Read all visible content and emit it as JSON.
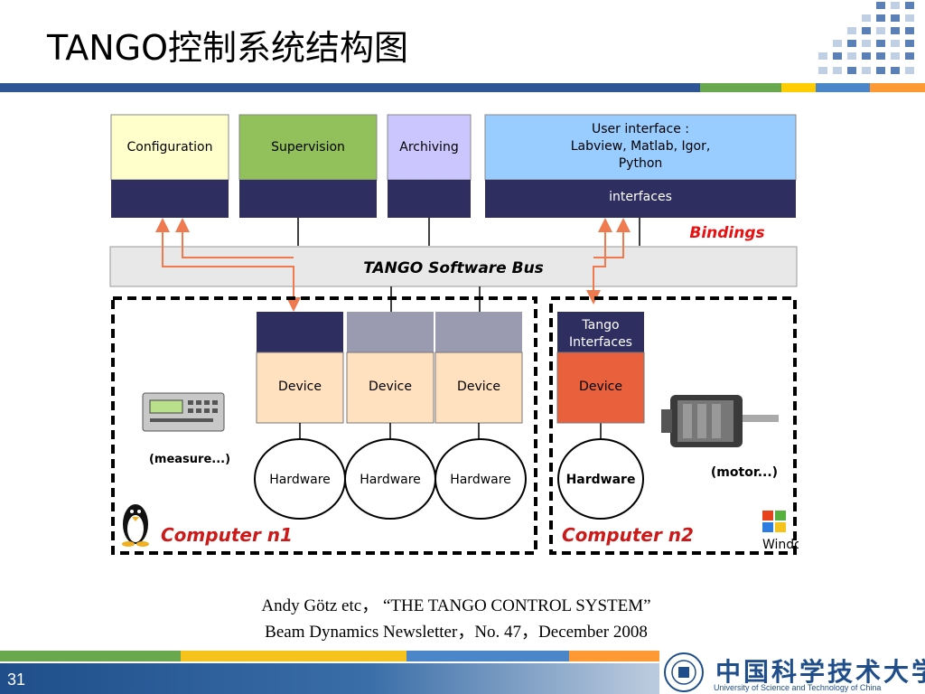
{
  "slide": {
    "title": "TANGO控制系统结构图",
    "page_number": "31",
    "citation_line1": "Andy Götz  etc，  “THE TANGO CONTROL SYSTEM”",
    "citation_line2": "Beam Dynamics Newsletter，No. 47，December 2008",
    "university_cn": "中国科学技术大学",
    "university_en": "University of  Science and Technology of China"
  },
  "diagram": {
    "top_boxes": [
      {
        "label": "Configuration",
        "color": "#ffffcc"
      },
      {
        "label": "Supervision",
        "color": "#92c05a"
      },
      {
        "label": "Archiving",
        "color": "#ccc6ff"
      },
      {
        "label_lines": [
          "User interface :",
          "Labview, Matlab, Igor,",
          "Python"
        ],
        "sub_label": "interfaces",
        "color": "#99ccff"
      }
    ],
    "bindings_label": "Bindings",
    "bus_label": "TANGO Software Bus",
    "computer1": {
      "label": "Computer n1",
      "devices": [
        "Device",
        "Device",
        "Device"
      ],
      "hardware": [
        "Hardware",
        "Hardware",
        "Hardware"
      ],
      "instrument_label": "(measure...)"
    },
    "computer2": {
      "label": "Computer n2",
      "interface_label_lines": [
        "Tango",
        "Interfaces"
      ],
      "device": "Device",
      "hardware": "Hardware",
      "instrument_label": "(motor...)",
      "os_label": "Windows"
    },
    "colors": {
      "navy": "#2e2e60",
      "gray_header": "#9a9ab0",
      "device": "#ffe0bf",
      "device_highlight": "#e8603c",
      "arrow": "#f07a50",
      "bindings": "#e81010",
      "computer_label": "#cc1a1a"
    }
  }
}
